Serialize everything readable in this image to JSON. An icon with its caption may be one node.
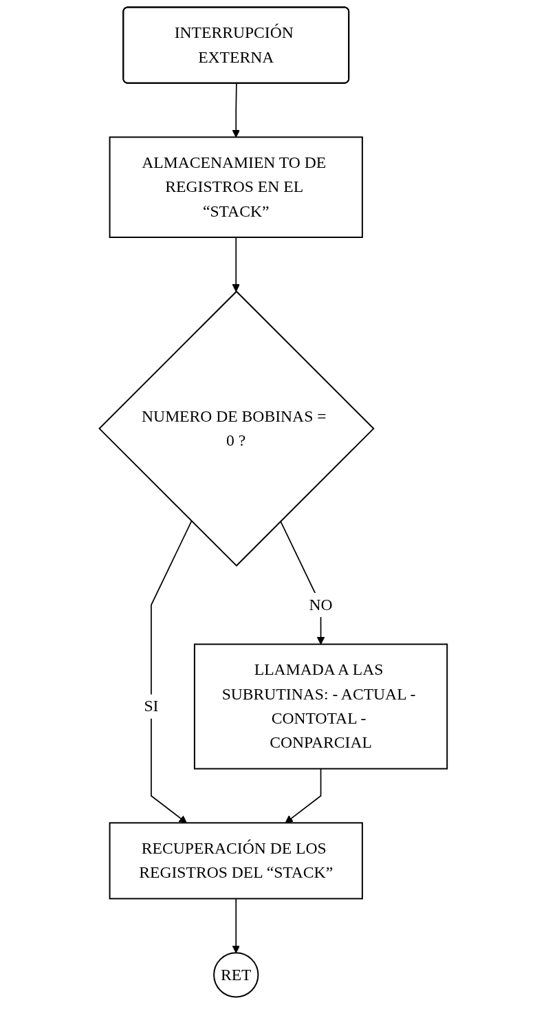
{
  "diagram": {
    "nodes": [
      {
        "text": [
          "INTERRUPCIÓN EXTERNA"
        ]
      },
      {
        "text": [
          "ALMACENAMIEN TO DE REGISTROS EN EL “STACK”"
        ]
      },
      {
        "text": [
          "NUMERO DE BOBINAS = 0 ?"
        ]
      },
      {
        "text": [
          "LLAMADA A LAS SUBRUTINAS: - ACTUAL - CONTOTAL - CONPARCIAL"
        ]
      },
      {
        "text": [
          "RECUPERACIÓN DE LOS REGISTROS DEL “STACK”"
        ]
      },
      {
        "text": [
          "RET"
        ]
      }
    ],
    "edges": [
      {
        "from": 0,
        "to": 1,
        "arrow": "to"
      },
      {
        "from": 1,
        "to": 2,
        "arrow": "to"
      },
      {
        "from": 2,
        "to": 3,
        "arrow": "to",
        "label": "NO"
      },
      {
        "from": 2,
        "to": 4,
        "arrow": "to",
        "label": "SI"
      },
      {
        "from": 3,
        "to": 4,
        "arrow": "to"
      },
      {
        "from": 4,
        "to": 5,
        "arrow": "to"
      }
    ]
  }
}
